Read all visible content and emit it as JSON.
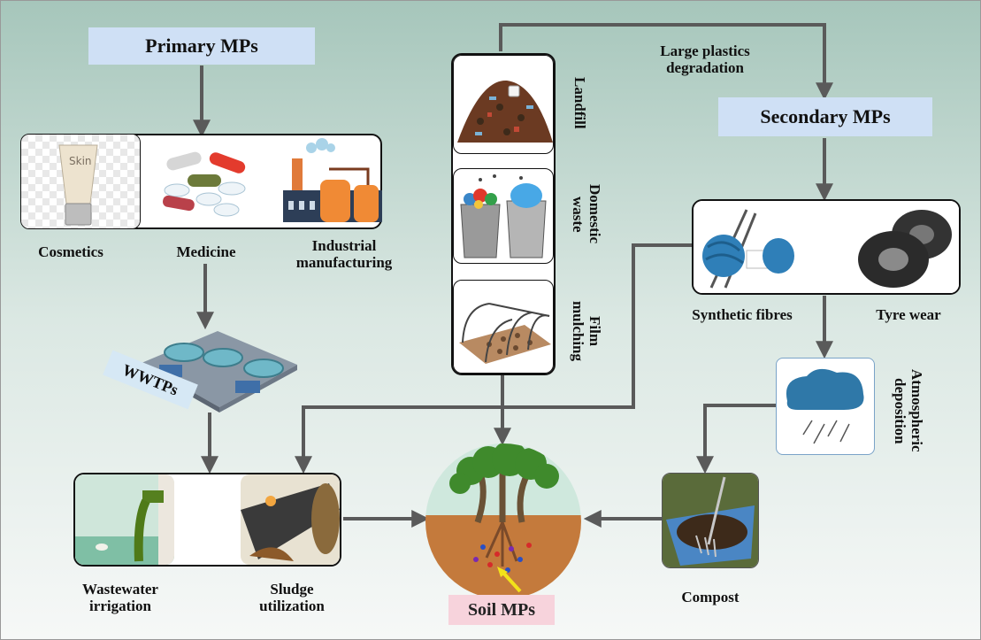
{
  "primary": {
    "title": "Primary MPs",
    "items": [
      "Cosmetics",
      "Medicine",
      "Industrial manufacturing"
    ]
  },
  "cosmetic_tube_text": "Skin",
  "wwtp": "WWTPs",
  "secondary": {
    "title": "Secondary MPs",
    "items": [
      "Synthetic fibres",
      "Tyre wear"
    ]
  },
  "degradation": "Large plastics degradation",
  "sources": [
    "Landfill",
    "Domestic waste",
    "Film mulching"
  ],
  "atmospheric": "Atmospheric deposition",
  "bottom": [
    "Wastewater irrigation",
    "Sludge utilization",
    "Compost"
  ],
  "soil": "Soil MPs",
  "colors": {
    "arrow": "#5a5a5a",
    "title_bg": "#cfe0f5",
    "soil_bg": "#f7d3dc",
    "soil_arrow": "#f2e21a"
  }
}
